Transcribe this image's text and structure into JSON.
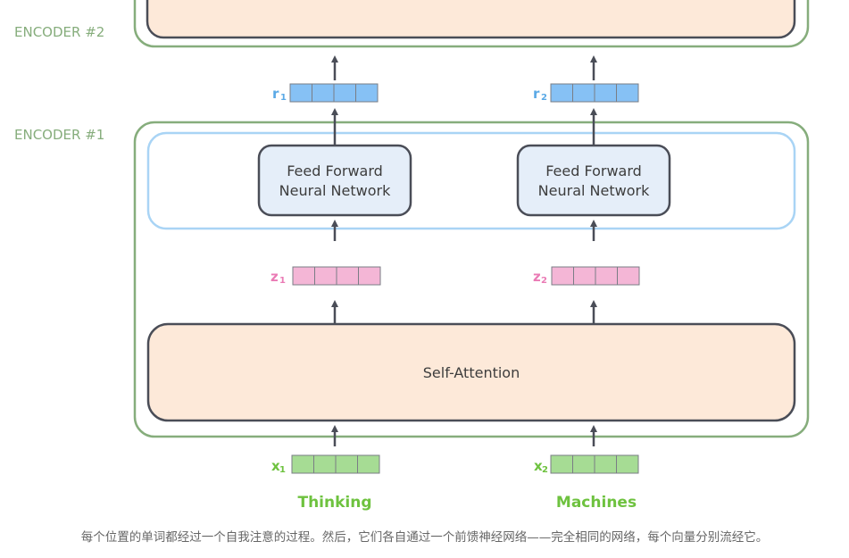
{
  "encoders": {
    "encoder2_label": "ENCODER #2",
    "encoder1_label": "ENCODER #1"
  },
  "ffnn": {
    "left_line1": "Feed Forward",
    "left_line2": "Neural Network",
    "right_line1": "Feed Forward",
    "right_line2": "Neural Network"
  },
  "self_attention": {
    "label": "Self-Attention"
  },
  "vectors": {
    "r1": {
      "letter": "r",
      "sub": "1",
      "cells": 4
    },
    "r2": {
      "letter": "r",
      "sub": "2",
      "cells": 4
    },
    "z1": {
      "letter": "z",
      "sub": "1",
      "cells": 4
    },
    "z2": {
      "letter": "z",
      "sub": "2",
      "cells": 4
    },
    "x1": {
      "letter": "x",
      "sub": "1",
      "cells": 4
    },
    "x2": {
      "letter": "x",
      "sub": "2",
      "cells": 4
    }
  },
  "words": {
    "left": "Thinking",
    "right": "Machines"
  },
  "caption": "每个位置的单词都经过一个自我注意的过程。然后，它们各自通过一个前馈神经网络——完全相同的网络，每个向量分别流经它。",
  "colors": {
    "encoder_border": "#86ad7c",
    "ffnn_group_border": "#a9d4f5",
    "ffnn_box_fill": "#e5eef9",
    "attention_fill": "#fde9d9",
    "box_border": "#4a4d57",
    "r_vector": "#86c1f5",
    "z_vector": "#f4b6d6",
    "x_vector": "#a6dc94",
    "r_label": "#5aa9e6",
    "z_label": "#ea7bb5",
    "x_label": "#6ec23f",
    "arrow": "#4a4d57"
  }
}
